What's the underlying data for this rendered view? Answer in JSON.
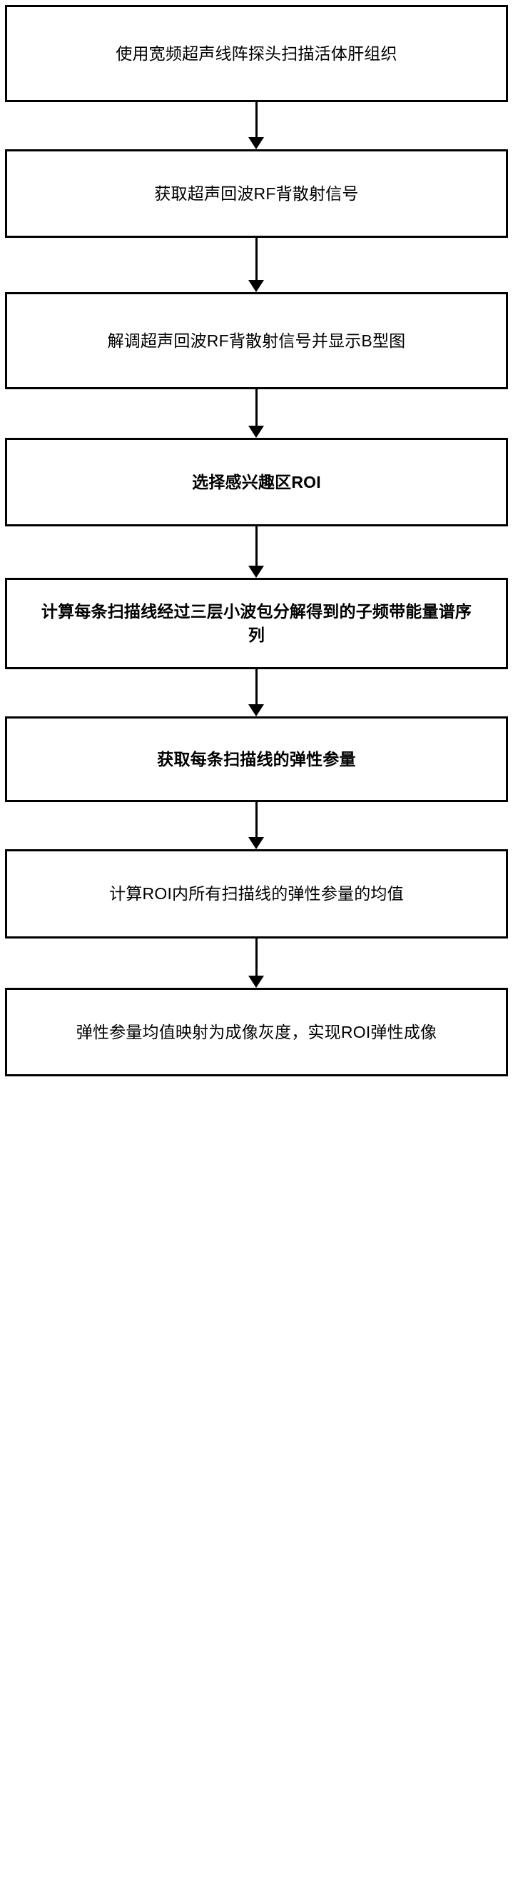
{
  "diagram": {
    "type": "flowchart",
    "orientation": "vertical",
    "colors": {
      "stroke": "#000000",
      "fill": "#ffffff",
      "text": "#000000"
    },
    "nodes": [
      {
        "id": "step-1",
        "text": "使用宽频超声线阵探头扫描活体肝组织",
        "bold": false
      },
      {
        "id": "step-2",
        "text": "获取超声回波RF背散射信号",
        "bold": false
      },
      {
        "id": "step-3",
        "text": "解调超声回波RF背散射信号并显示B型图",
        "bold": false
      },
      {
        "id": "step-4",
        "text": "选择感兴趣区ROI",
        "bold": true
      },
      {
        "id": "step-5",
        "text": "计算每条扫描线经过三层小波包分解得到的子频带能量谱序列",
        "bold": true
      },
      {
        "id": "step-6",
        "text": "获取每条扫描线的弹性参量",
        "bold": true
      },
      {
        "id": "step-7",
        "text": "计算ROI内所有扫描线的弹性参量的均值",
        "bold": false
      },
      {
        "id": "step-8",
        "text": "弹性参量均值映射为成像灰度，实现ROI弹性成像",
        "bold": false
      }
    ],
    "edges": [
      {
        "from": "step-1",
        "to": "step-2",
        "label": ""
      },
      {
        "from": "step-2",
        "to": "step-3",
        "label": ""
      },
      {
        "from": "step-3",
        "to": "step-4",
        "label": ""
      },
      {
        "from": "step-4",
        "to": "step-5",
        "label": ""
      },
      {
        "from": "step-5",
        "to": "step-6",
        "label": ""
      },
      {
        "from": "step-6",
        "to": "step-7",
        "label": ""
      },
      {
        "from": "step-7",
        "to": "step-8",
        "label": ""
      }
    ]
  }
}
